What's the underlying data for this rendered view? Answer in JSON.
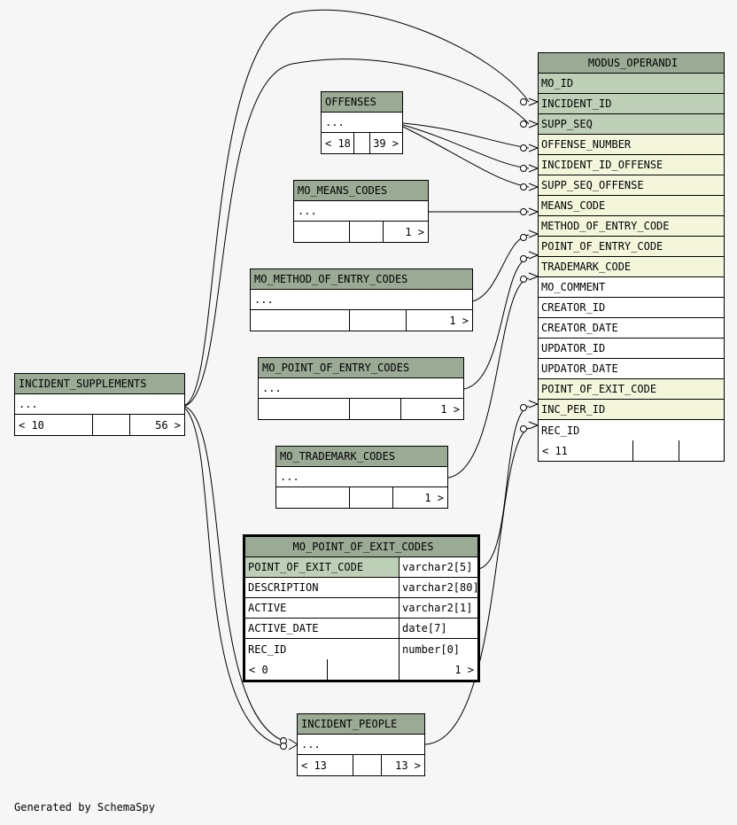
{
  "tables": {
    "modus_operandi": {
      "title": "MODUS_OPERANDI",
      "columns": [
        "MO_ID",
        "INCIDENT_ID",
        "SUPP_SEQ",
        "OFFENSE_NUMBER",
        "INCIDENT_ID_OFFENSE",
        "SUPP_SEQ_OFFENSE",
        "MEANS_CODE",
        "METHOD_OF_ENTRY_CODE",
        "POINT_OF_ENTRY_CODE",
        "TRADEMARK_CODE",
        "MO_COMMENT",
        "CREATOR_ID",
        "CREATOR_DATE",
        "UPDATOR_ID",
        "UPDATOR_DATE",
        "POINT_OF_EXIT_CODE",
        "INC_PER_ID",
        "REC_ID"
      ],
      "key_types": [
        "pk",
        "pk",
        "pk",
        "fk",
        "fk",
        "fk",
        "fk",
        "fk",
        "fk",
        "fk",
        "",
        "",
        "",
        "",
        "",
        "fk",
        "fk",
        ""
      ],
      "footer": [
        "< 11",
        "",
        ""
      ]
    },
    "offenses": {
      "title": "OFFENSES",
      "dots": "...",
      "footer": [
        "< 18",
        "",
        "39 >"
      ]
    },
    "mo_means_codes": {
      "title": "MO_MEANS_CODES",
      "dots": "...",
      "footer": [
        "",
        "",
        "1 >"
      ]
    },
    "mo_method_of_entry_codes": {
      "title": "MO_METHOD_OF_ENTRY_CODES",
      "dots": "...",
      "footer": [
        "",
        "",
        "1 >"
      ]
    },
    "mo_point_of_entry_codes": {
      "title": "MO_POINT_OF_ENTRY_CODES",
      "dots": "...",
      "footer": [
        "",
        "",
        "1 >"
      ]
    },
    "mo_trademark_codes": {
      "title": "MO_TRADEMARK_CODES",
      "dots": "...",
      "footer": [
        "",
        "",
        "1 >"
      ]
    },
    "incident_supplements": {
      "title": "INCIDENT_SUPPLEMENTS",
      "dots": "...",
      "footer": [
        "< 10",
        "",
        "56 >"
      ]
    },
    "mo_point_of_exit_codes": {
      "title": "MO_POINT_OF_EXIT_CODES",
      "columns": [
        {
          "name": "POINT_OF_EXIT_CODE",
          "type": "varchar2[5]"
        },
        {
          "name": "DESCRIPTION",
          "type": "varchar2[80]"
        },
        {
          "name": "ACTIVE",
          "type": "varchar2[1]"
        },
        {
          "name": "ACTIVE_DATE",
          "type": "date[7]"
        },
        {
          "name": "REC_ID",
          "type": "number[0]"
        }
      ],
      "footer": [
        "< 0",
        "",
        "1 >"
      ]
    },
    "incident_people": {
      "title": "INCIDENT_PEOPLE",
      "dots": "...",
      "footer": [
        "< 13",
        "",
        "13 >"
      ]
    }
  },
  "footer_text": "Generated by SchemaSpy",
  "colors": {
    "header": "#9aaa94",
    "primary_key": "#bdd0b7",
    "foreign_key": "#f4f6dc",
    "background": "#f6f6f6"
  }
}
